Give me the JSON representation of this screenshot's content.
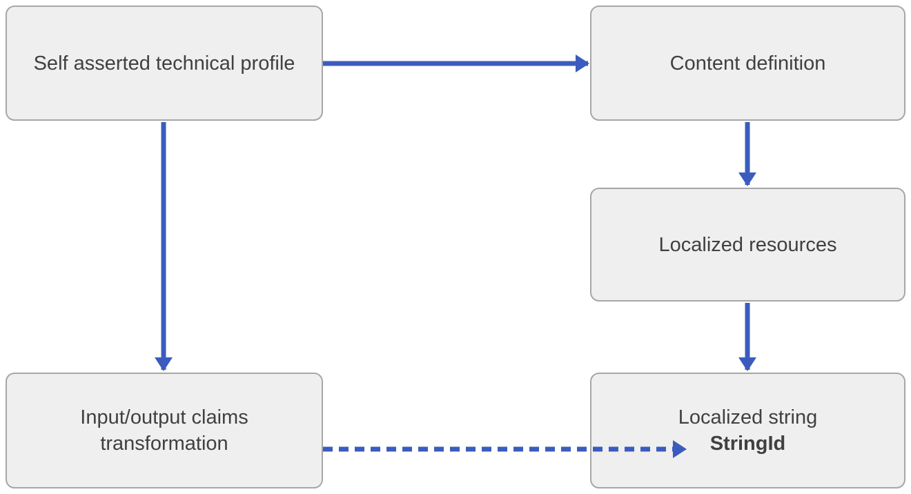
{
  "diagram": {
    "nodes": {
      "self_asserted": {
        "label": "Self asserted technical profile"
      },
      "content_definition": {
        "label": "Content definition"
      },
      "localized_resources": {
        "label": "Localized resources"
      },
      "claims_transformation": {
        "label": "Input/output claims transformation"
      },
      "localized_string": {
        "label": "Localized string",
        "sublabel": "StringId"
      }
    },
    "edges": [
      {
        "from": "self_asserted",
        "to": "content_definition",
        "style": "solid",
        "direction": "right"
      },
      {
        "from": "content_definition",
        "to": "localized_resources",
        "style": "solid",
        "direction": "down"
      },
      {
        "from": "localized_resources",
        "to": "localized_string",
        "style": "solid",
        "direction": "down"
      },
      {
        "from": "self_asserted",
        "to": "claims_transformation",
        "style": "solid",
        "direction": "down"
      },
      {
        "from": "claims_transformation",
        "to": "localized_string",
        "style": "dashed",
        "direction": "right"
      }
    ]
  },
  "colors": {
    "arrow": "#3B5CBE",
    "box_fill": "#EFEFEF",
    "box_border": "#A6A6A6",
    "text": "#404040",
    "background": "#FFFFFF"
  }
}
